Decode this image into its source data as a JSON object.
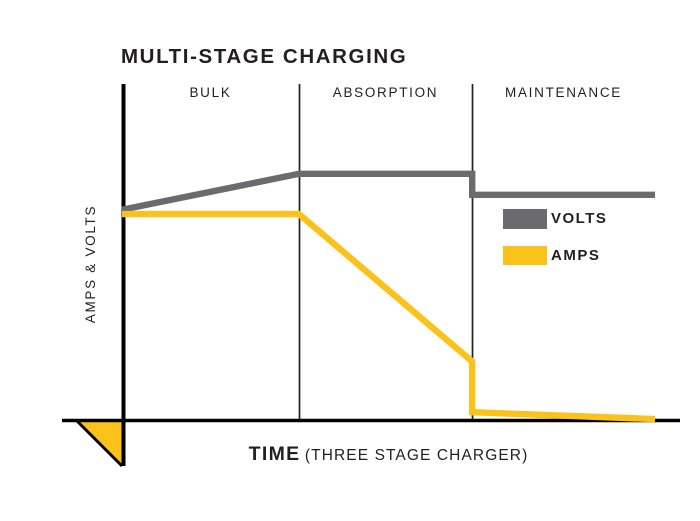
{
  "title": "MULTI-STAGE CHARGING",
  "axis": {
    "y_caption": "AMPS & VOLTS",
    "x_caption_strong": "TIME",
    "x_caption_sub": "(THREE STAGE CHARGER)"
  },
  "legend": [
    {
      "label": "VOLTS",
      "color": "#6b6b6f",
      "swatch": "volts-swatch"
    },
    {
      "label": "AMPS",
      "color": "#fcc21c",
      "swatch": "amps-swatch"
    }
  ],
  "colors": {
    "volts": "#6b6b6f",
    "amps": "#fcc21c",
    "axis": "#000000",
    "divider": "#231f20",
    "text": "#231f20",
    "background": "#ffffff"
  },
  "stages": [
    {
      "label": "BULK"
    },
    {
      "label": "ABSORPTION"
    },
    {
      "label": "MAINTENANCE"
    }
  ],
  "chart_data": {
    "type": "line",
    "title": "MULTI-STAGE CHARGING",
    "subtitle": "",
    "xlabel": "TIME (THREE STAGE CHARGER)",
    "ylabel": "AMPS & VOLTS",
    "grid": false,
    "legend_position": "center-right",
    "axis_tick_labels": {
      "x": [],
      "y": []
    },
    "xlim": [
      0,
      100
    ],
    "ylim": [
      0,
      100
    ],
    "stage_boundaries": [
      {
        "label": "BULK",
        "x_start": 0,
        "x_end": 33.2
      },
      {
        "label": "ABSORPTION",
        "x_start": 33.2,
        "x_end": 65.7
      },
      {
        "label": "MAINTENANCE",
        "x_start": 65.7,
        "x_end": 100
      }
    ],
    "series": [
      {
        "name": "VOLTS",
        "color": "#6b6b6f",
        "points": [
          {
            "x": 0,
            "y": 73
          },
          {
            "x": 33.2,
            "y": 85.5
          },
          {
            "x": 65.7,
            "y": 85.5
          },
          {
            "x": 65.7,
            "y": 78.2
          },
          {
            "x": 100,
            "y": 78.2
          }
        ],
        "description": "Rises through bulk stage, holds constant through absorption, steps down to a lower float level for maintenance."
      },
      {
        "name": "AMPS",
        "color": "#fcc21c",
        "points": [
          {
            "x": 0,
            "y": 71.5
          },
          {
            "x": 33.2,
            "y": 71.5
          },
          {
            "x": 65.7,
            "y": 20.3
          },
          {
            "x": 65.7,
            "y": 2.7
          },
          {
            "x": 100,
            "y": 0.3
          }
        ],
        "description": "Constant maximum current through bulk stage, tapers down linearly through absorption, drops sharply and trails near zero through maintenance."
      }
    ],
    "annotations": [
      {
        "name": "origin-wedge",
        "kind": "filled-triangle",
        "color": "#fcc21c",
        "note": "Yellow triangular wedge below-left of the origin with a black diagonal edge."
      }
    ]
  }
}
